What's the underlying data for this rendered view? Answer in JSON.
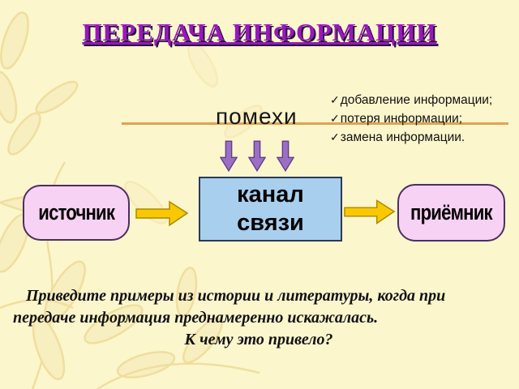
{
  "slide": {
    "title": "ПЕРЕДАЧА ИНФОРМАЦИИ",
    "interference_label": "помехи",
    "check_glyph": "✓",
    "effects": [
      "добавление информации;",
      "потеря информации;",
      "замена информации."
    ],
    "diagram": {
      "source_label": "источник",
      "channel_label": "канал связи",
      "receiver_label": "приёмник"
    },
    "question": {
      "line1": "Приведите примеры из истории и литературы, когда при передаче информация преднамеренно искажалась.",
      "line2": "К чему это привело?"
    },
    "colors": {
      "background": "#fcf6cd",
      "title_purple": "#9917bd",
      "title_shadow": "#241038",
      "box_pink": "#f8d2f4",
      "box_blue": "#a9cfee",
      "arrow_yellow": "#f9c801",
      "arrow_purple": "#9a6fc4",
      "divider_orange": "#e2a24f"
    }
  }
}
